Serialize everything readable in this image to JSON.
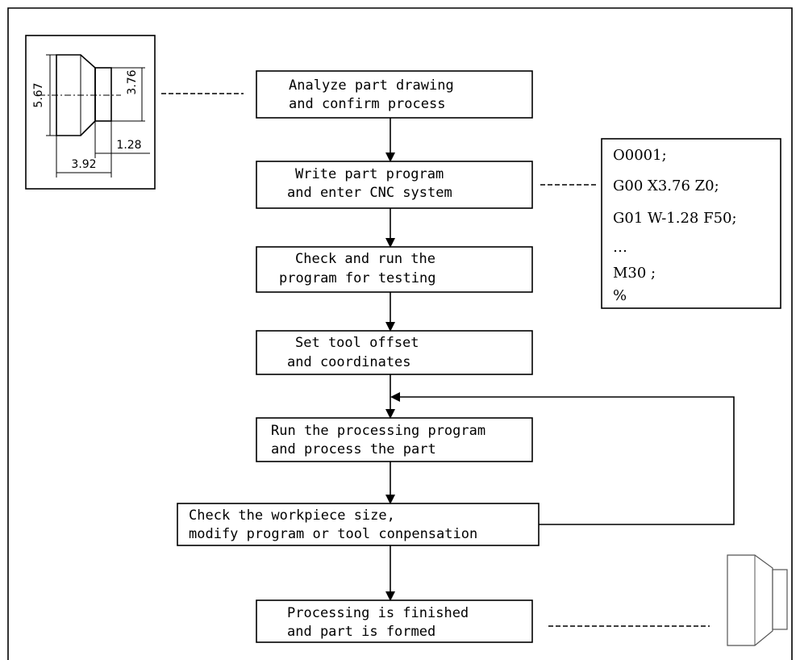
{
  "flow_steps": [
    {
      "line1": "Analyze part drawing",
      "line2": "and confirm process"
    },
    {
      "line1": "Write part program",
      "line2": "and enter CNC system"
    },
    {
      "line1": "Check and run the",
      "line2": "program for testing"
    },
    {
      "line1": "Set tool offset",
      "line2": "and coordinates"
    },
    {
      "line1": "Run the processing program",
      "line2": "and process the part"
    },
    {
      "line1": "Check the workpiece size,",
      "line2": "modify program or tool conpensation"
    },
    {
      "line1": "Processing is finished",
      "line2": "and part is formed"
    }
  ],
  "program_listing": [
    "O0001;",
    "G00 X3.76 Z0;",
    "G01 W-1.28 F50;",
    "…",
    "M30 ;",
    "%"
  ],
  "part_dimensions": {
    "overall_diameter": "5.67",
    "step_diameter": "3.76",
    "step_length": "1.28",
    "overall_length": "3.92"
  }
}
